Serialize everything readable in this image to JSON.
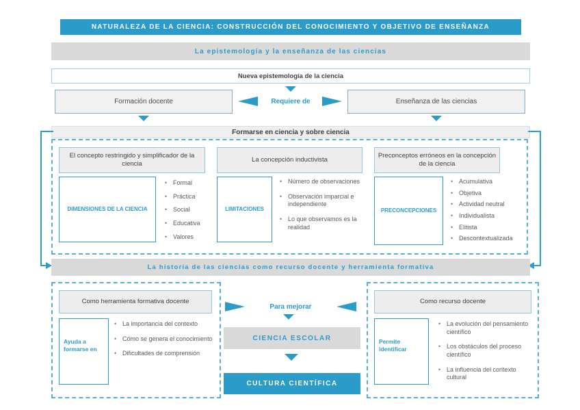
{
  "banner": {
    "title": "NATURALEZA DE LA CIENCIA: CONSTRUCCIÓN DEL CONOCIMIENTO Y OBJETIVO DE ENSEÑANZA"
  },
  "bars": {
    "epistemologia": "La epistemología y la enseñanza de las ciencias",
    "nueva": "Nueva epistemología de la ciencia",
    "formarse": "Formarse en ciencia y sobre ciencia",
    "historia": "La historia de las ciencias como recurso docente y herramienta formativa"
  },
  "row": {
    "left_box": "Formación docente",
    "connector": "Requiere de",
    "right_box": "Enseñanza de las ciencias"
  },
  "middle_columns": [
    {
      "header": "El concepto restringido y simplificador de la ciencia",
      "label": "DIMENSIONES DE LA CIENCIA",
      "bullets": [
        "Formal",
        "Práctica",
        "Social",
        "Educativa",
        "Valores"
      ]
    },
    {
      "header": "La concepción inductivista",
      "label": "LIMITACIONES",
      "bullets": [
        "Número de observaciones",
        "Observación imparcial e independiente",
        "Lo que observamos es la realidad"
      ]
    },
    {
      "header": "Preconceptos erróneos en la concepción de la ciencia",
      "label": "PRECONCEPCIONES",
      "bullets": [
        "Acumulativa",
        "Objetiva",
        "Actividad neutral",
        "Individualista",
        "Elitista",
        "Descontextualizada"
      ]
    }
  ],
  "bottom": {
    "left": {
      "header": "Como herramienta formativa docente",
      "label": "Ayuda a formarse en",
      "bullets": [
        "La importancia del contexto",
        "Cómo se genera el conocimiento",
        "Dificultades de comprensión"
      ]
    },
    "center": {
      "connector": "Para mejorar",
      "box1": "CIENCIA ESCOLAR",
      "box2": "CULTURA CIENTÍFICA"
    },
    "right": {
      "header": "Como recurso docente",
      "label": "Permite identificar",
      "bullets": [
        "La evolución del pensamiento científico",
        "Los obstáculos del proceso científico",
        "La influencia del contexto cultural"
      ]
    }
  },
  "icons": {
    "arrow_down": "triangle-down",
    "arrow_left": "triangle-left",
    "arrow_right": "triangle-right"
  },
  "colors": {
    "accent_blue": "#2b9bc9",
    "light_blue_border": "#8ec7e2",
    "dashed_border": "#56aed6",
    "gray_bar": "#d9d9d9",
    "header_fill": "#ededed",
    "dark_text": "#404040",
    "body_text": "#595959"
  }
}
